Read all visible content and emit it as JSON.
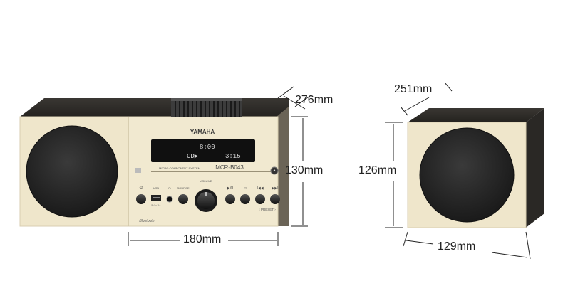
{
  "brand": "YAMAHA",
  "model": "MCR-B043",
  "display": {
    "line1_left": "8:00",
    "line2_left": "CD▶",
    "line2_right": "3:15"
  },
  "panel_text": {
    "system_label": "MICRO COMPONENT SYSTEM",
    "volume": "VOLUME",
    "usb": "USB",
    "usb_sub": "5V ⎓ 1A",
    "source": "SOURCE",
    "preset": "‹ PRESET ›",
    "bluetooth": "Bluetooth"
  },
  "dimensions": {
    "main_depth": "276mm",
    "main_height": "130mm",
    "main_width": "180mm",
    "sub_depth": "251mm",
    "sub_height": "126mm",
    "sub_width": "129mm"
  },
  "colors": {
    "cabinet_cream": "#efe6cb",
    "cabinet_dark": "#2b2b2b",
    "speaker_black": "#242424",
    "display_black": "#101010"
  }
}
